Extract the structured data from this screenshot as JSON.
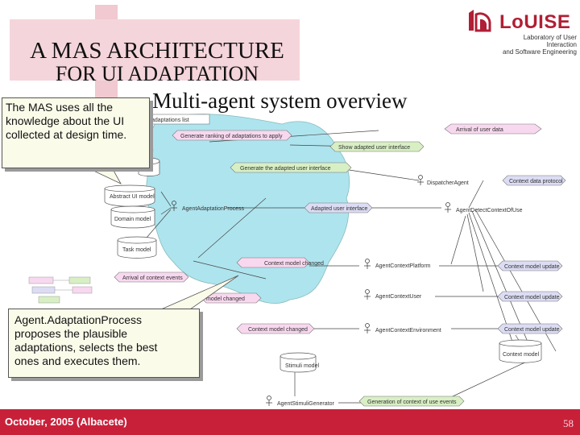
{
  "title": {
    "line1": "A MAS ARCHITECTURE",
    "line2": "FOR UI ADAPTATION"
  },
  "bullet": "Multi-agent system overview",
  "logo": {
    "name": "LoUISE",
    "sub_line1": "Laboratory of User Interaction",
    "sub_line2": "and Software Engineering",
    "color": "#b01f35"
  },
  "callouts": {
    "top": [
      "The MAS uses all the",
      "knowledge about the UI",
      "collected at design time."
    ],
    "bottom": [
      "Agent.AdaptationProcess",
      "proposes the plausible",
      "adaptations, selects the best",
      "ones and executes them."
    ]
  },
  "diagram": {
    "labels": {
      "adaptations_list": "adaptations list",
      "arrival_user_data": "Arrival of user data",
      "generate_ranking": "Generate ranking of adaptations to apply",
      "show_adapted_ui": "Show adapted user interface",
      "generate_adapted_ui": "Generate the adapted user interface",
      "dispatcher_agent": "DispatcherAgent",
      "context_protocol": "Context data protocol",
      "abstract_model": "Abstract UI model",
      "agent_adaptation_process": "AgentAdaptationProcess",
      "adapted_ui": "Adapted user interface",
      "agent_detect_context": "AgentDetectContextOfUse",
      "domain_model": "Domain model",
      "task_model": "Task model",
      "context_model_changed_1": "Context model changed",
      "agent_context_platform": "AgentContextPlatform",
      "context_model_update_1": "Context model update",
      "arrival_context_events": "Arrival of context events",
      "agent_context_user": "AgentContextUser",
      "context_model_update_2": "Context model update",
      "model_changed": "model changed",
      "context_model_changed_2": "Context model changed",
      "agent_context_environment": "AgentContextEnvironment",
      "context_model_update_3": "Context model update",
      "context_model": "Context model",
      "stimuli_model": "Stimuli model",
      "agent_stimuli_generator": "AgentStimuliGenerator",
      "generation_context_events": "Generation of context of use events"
    },
    "colors": {
      "cloud": "#aee4ee",
      "pink_box": "#f8d8ef",
      "green_box": "#d8efc4",
      "blue_box": "#dcdcf4"
    }
  },
  "footer": {
    "left": "October, 2005 (Albacete)",
    "page_number": "58",
    "color": "#c9203a"
  }
}
